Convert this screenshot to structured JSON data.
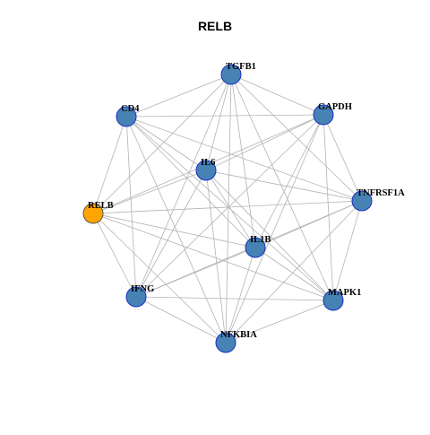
{
  "title": "RELB",
  "colors": {
    "node_fill": "#4682B4",
    "node_stroke": "#1a2fc2",
    "highlight_fill": "#FFA500",
    "highlight_stroke": "#555555",
    "edge": "#b3b3b3"
  },
  "network": {
    "nodes": [
      {
        "id": "TGFB1",
        "label": "TGFB1",
        "highlight": false
      },
      {
        "id": "GAPDH",
        "label": "GAPDH",
        "highlight": false
      },
      {
        "id": "CD4",
        "label": "CD4",
        "highlight": false
      },
      {
        "id": "IL6",
        "label": "IL6",
        "highlight": false
      },
      {
        "id": "TNFRSF1A",
        "label": "TNFRSF1A",
        "highlight": false
      },
      {
        "id": "RELB",
        "label": "RELB",
        "highlight": true
      },
      {
        "id": "IL1B",
        "label": "IL1B",
        "highlight": false
      },
      {
        "id": "IFNG",
        "label": "IFNG",
        "highlight": false
      },
      {
        "id": "MAPK1",
        "label": "MAPK1",
        "highlight": false
      },
      {
        "id": "NFKBIA",
        "label": "NFKBIA",
        "highlight": false
      }
    ],
    "edges": [
      [
        "TGFB1",
        "GAPDH"
      ],
      [
        "TGFB1",
        "CD4"
      ],
      [
        "TGFB1",
        "IL6"
      ],
      [
        "TGFB1",
        "RELB"
      ],
      [
        "TGFB1",
        "IL1B"
      ],
      [
        "TGFB1",
        "IFNG"
      ],
      [
        "TGFB1",
        "MAPK1"
      ],
      [
        "TGFB1",
        "NFKBIA"
      ],
      [
        "TGFB1",
        "TNFRSF1A"
      ],
      [
        "CD4",
        "GAPDH"
      ],
      [
        "CD4",
        "IL6"
      ],
      [
        "CD4",
        "RELB"
      ],
      [
        "CD4",
        "IL1B"
      ],
      [
        "CD4",
        "IFNG"
      ],
      [
        "CD4",
        "MAPK1"
      ],
      [
        "CD4",
        "NFKBIA"
      ],
      [
        "CD4",
        "TNFRSF1A"
      ],
      [
        "GAPDH",
        "IL6"
      ],
      [
        "GAPDH",
        "RELB"
      ],
      [
        "GAPDH",
        "IL1B"
      ],
      [
        "GAPDH",
        "IFNG"
      ],
      [
        "GAPDH",
        "MAPK1"
      ],
      [
        "GAPDH",
        "NFKBIA"
      ],
      [
        "GAPDH",
        "TNFRSF1A"
      ],
      [
        "IL6",
        "RELB"
      ],
      [
        "IL6",
        "IL1B"
      ],
      [
        "IL6",
        "IFNG"
      ],
      [
        "IL6",
        "MAPK1"
      ],
      [
        "IL6",
        "NFKBIA"
      ],
      [
        "IL6",
        "TNFRSF1A"
      ],
      [
        "TNFRSF1A",
        "RELB"
      ],
      [
        "TNFRSF1A",
        "IL1B"
      ],
      [
        "TNFRSF1A",
        "IFNG"
      ],
      [
        "TNFRSF1A",
        "MAPK1"
      ],
      [
        "TNFRSF1A",
        "NFKBIA"
      ],
      [
        "RELB",
        "IL1B"
      ],
      [
        "RELB",
        "IFNG"
      ],
      [
        "RELB",
        "MAPK1"
      ],
      [
        "RELB",
        "NFKBIA"
      ],
      [
        "IL1B",
        "IFNG"
      ],
      [
        "IL1B",
        "MAPK1"
      ],
      [
        "IL1B",
        "NFKBIA"
      ],
      [
        "IFNG",
        "MAPK1"
      ],
      [
        "IFNG",
        "NFKBIA"
      ],
      [
        "MAPK1",
        "NFKBIA"
      ]
    ]
  }
}
